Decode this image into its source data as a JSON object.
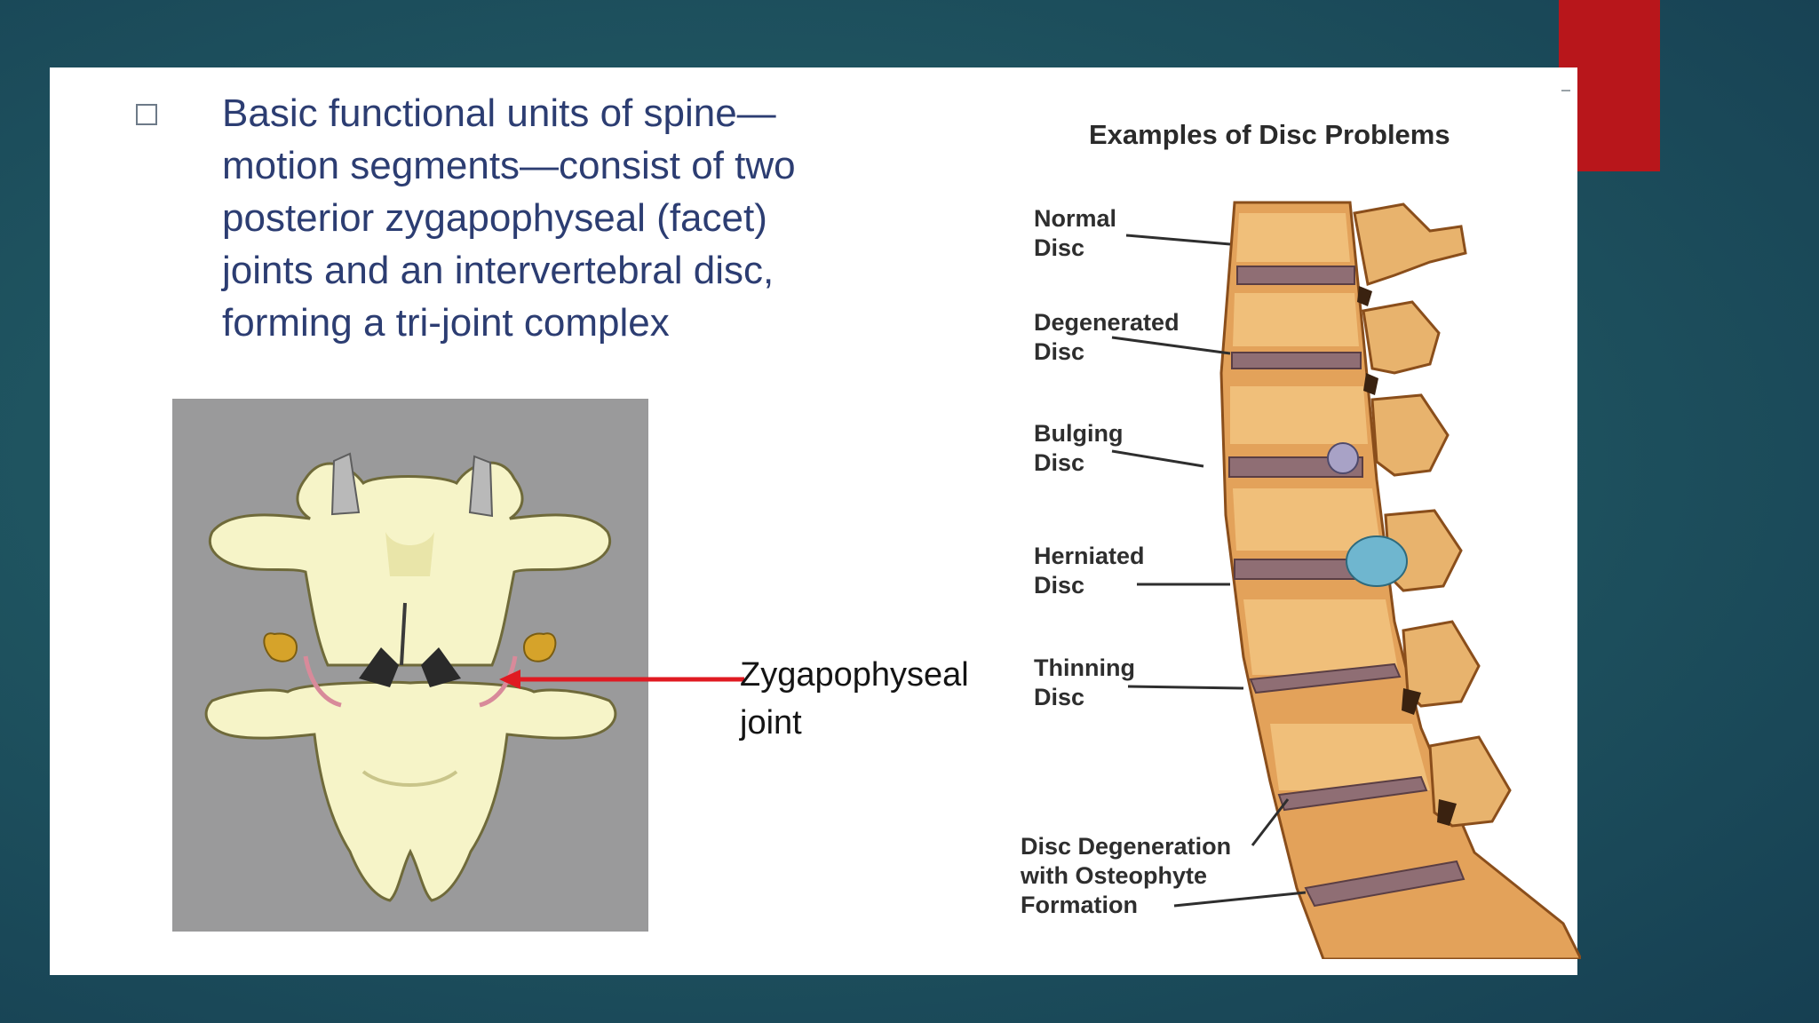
{
  "bullet": {
    "lines": [
      "Basic functional units of spine—",
      "motion segments—consist of two",
      "posterior zygapophyseal (facet)",
      "joints and an intervertebral disc,",
      "forming a tri-joint complex"
    ]
  },
  "left_figure": {
    "label_line1": "Zygapophyseal",
    "label_line2": "joint"
  },
  "right_figure": {
    "title": "Examples of Disc Problems",
    "labels": {
      "normal": [
        "Normal",
        "Disc"
      ],
      "degenerated": [
        "Degenerated",
        "Disc"
      ],
      "bulging": [
        "Bulging",
        "Disc"
      ],
      "herniated": [
        "Herniated",
        "Disc"
      ],
      "thinning": [
        "Thinning",
        "Disc"
      ],
      "osteophyte": [
        "Disc Degeneration",
        "with Osteophyte",
        "Formation"
      ]
    }
  },
  "colors": {
    "accent": "#b8161b",
    "text_blue": "#2c3d72",
    "arrow_red": "#e01a22",
    "bone": "#f6f4c8",
    "bone_orange": "#e3a25a"
  }
}
